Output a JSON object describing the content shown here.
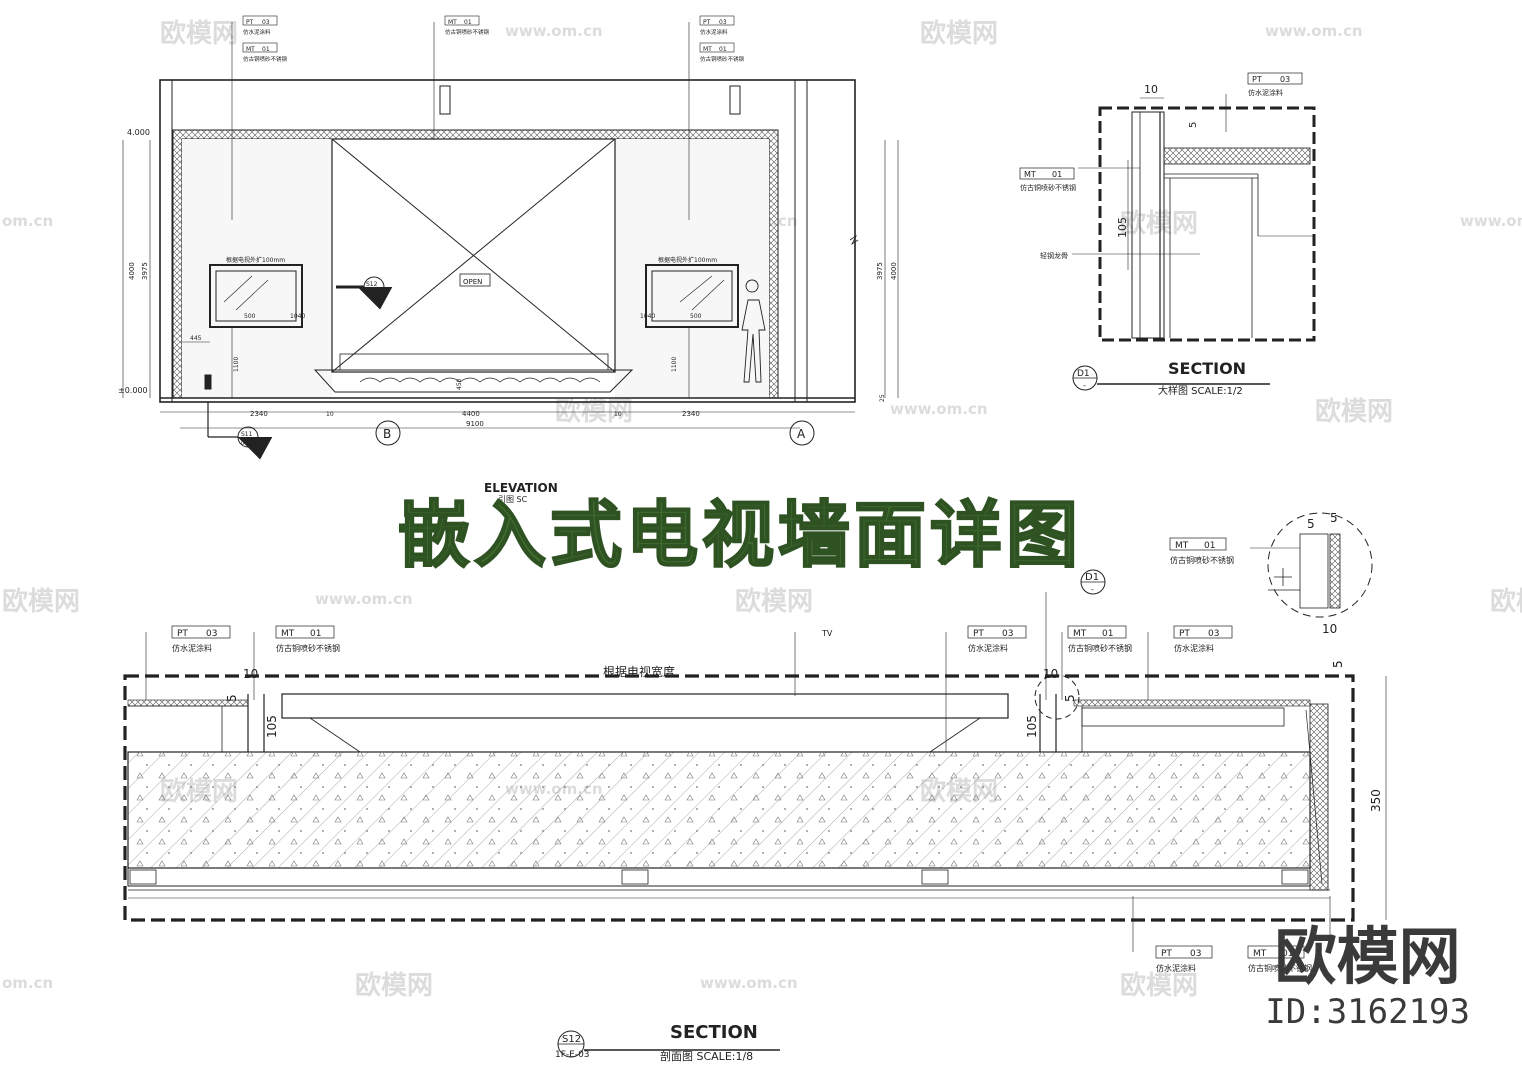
{
  "title": "嵌入式电视墙面详图",
  "elevation": {
    "heading": "ELEVATION",
    "subheading": "引图  SC",
    "tags_top_left": [
      [
        "PT",
        "03"
      ],
      [
        "MT",
        "01"
      ]
    ],
    "tags_top_left_notes": [
      "仿水泥涂料",
      "仿古铜喷砂不锈钢"
    ],
    "tag_top_center": [
      "MT",
      "01"
    ],
    "tag_top_center_note": "仿古铜喷砂不锈钢",
    "tags_top_right": [
      [
        "PT",
        "03"
      ],
      [
        "MT",
        "01"
      ]
    ],
    "tags_top_right_notes": [
      "仿水泥涂料",
      "仿古铜喷砂不锈钢"
    ],
    "level_top": "4.000",
    "level_bottom": "±0.000",
    "dim_left_outer": "4000",
    "dim_left_inner": "3975",
    "dim_right_outer": "4000",
    "dim_right_inner": "3975",
    "dim_1100_left": "1100",
    "dim_1100_right": "1100",
    "dim_445": "445",
    "dim_25": "25",
    "niche_note": "根据电视外扩100mm",
    "niche_dims": [
      "500",
      "1040"
    ],
    "open_label": "OPEN",
    "dim_450": "450",
    "bottom_dims": [
      "2340",
      "10",
      "4400",
      "10",
      "2340"
    ],
    "total_dim": "9100",
    "grid_b": "B",
    "grid_a": "A",
    "section_marker_s12": [
      "S12",
      "0-01"
    ],
    "section_marker_s11": [
      "S11",
      "0-03"
    ]
  },
  "detail_d1": {
    "heading": "SECTION",
    "subheading": "大样图  SCALE:1/2",
    "marker": [
      "D1",
      "-"
    ],
    "tag_pt": [
      "PT",
      "03"
    ],
    "tag_pt_note": "仿水泥涂料",
    "tag_mt": [
      "MT",
      "01"
    ],
    "tag_mt_note": "仿古铜喷砂不锈钢",
    "keel_note": "轻钢龙骨",
    "dim_10": "10",
    "dim_5": "5",
    "dim_105": "105"
  },
  "section_s12": {
    "heading": "SECTION",
    "subheading": "剖面图  SCALE:1/8",
    "marker": [
      "S12",
      "1F-E-03"
    ],
    "tv_label": "TV",
    "width_note": "根据电视宽度",
    "d1_marker": [
      "D1",
      "-"
    ],
    "tags": [
      [
        "PT",
        "03"
      ],
      [
        "MT",
        "01"
      ],
      [
        "PT",
        "03"
      ],
      [
        "MT",
        "01"
      ],
      [
        "PT",
        "03"
      ]
    ],
    "tag_notes": [
      "仿水泥涂料",
      "仿古铜喷砂不锈钢",
      "仿水泥涂料",
      "仿古铜喷砂不锈钢",
      "仿水泥涂料"
    ],
    "tag_bottom_pt": [
      "PT",
      "03"
    ],
    "tag_bottom_pt_note": "仿水泥涂料",
    "tag_bottom_mt": [
      "MT",
      "01"
    ],
    "tag_bottom_mt_note": "仿古铜喷砂不锈钢",
    "tag_corner_mt": [
      "MT",
      "01"
    ],
    "tag_corner_mt_note": "仿古铜喷砂不锈钢",
    "dims_small": [
      "10",
      "5",
      "105",
      "10",
      "5",
      "105",
      "10",
      "5"
    ],
    "dim_350": "350",
    "corner_dims": [
      "5",
      "5"
    ]
  },
  "watermark": {
    "logo_text": "欧模网",
    "url_text": "www.om.cn",
    "short_text": "om.cn"
  },
  "brand": {
    "name": "欧模网",
    "id": "ID:3162193"
  }
}
